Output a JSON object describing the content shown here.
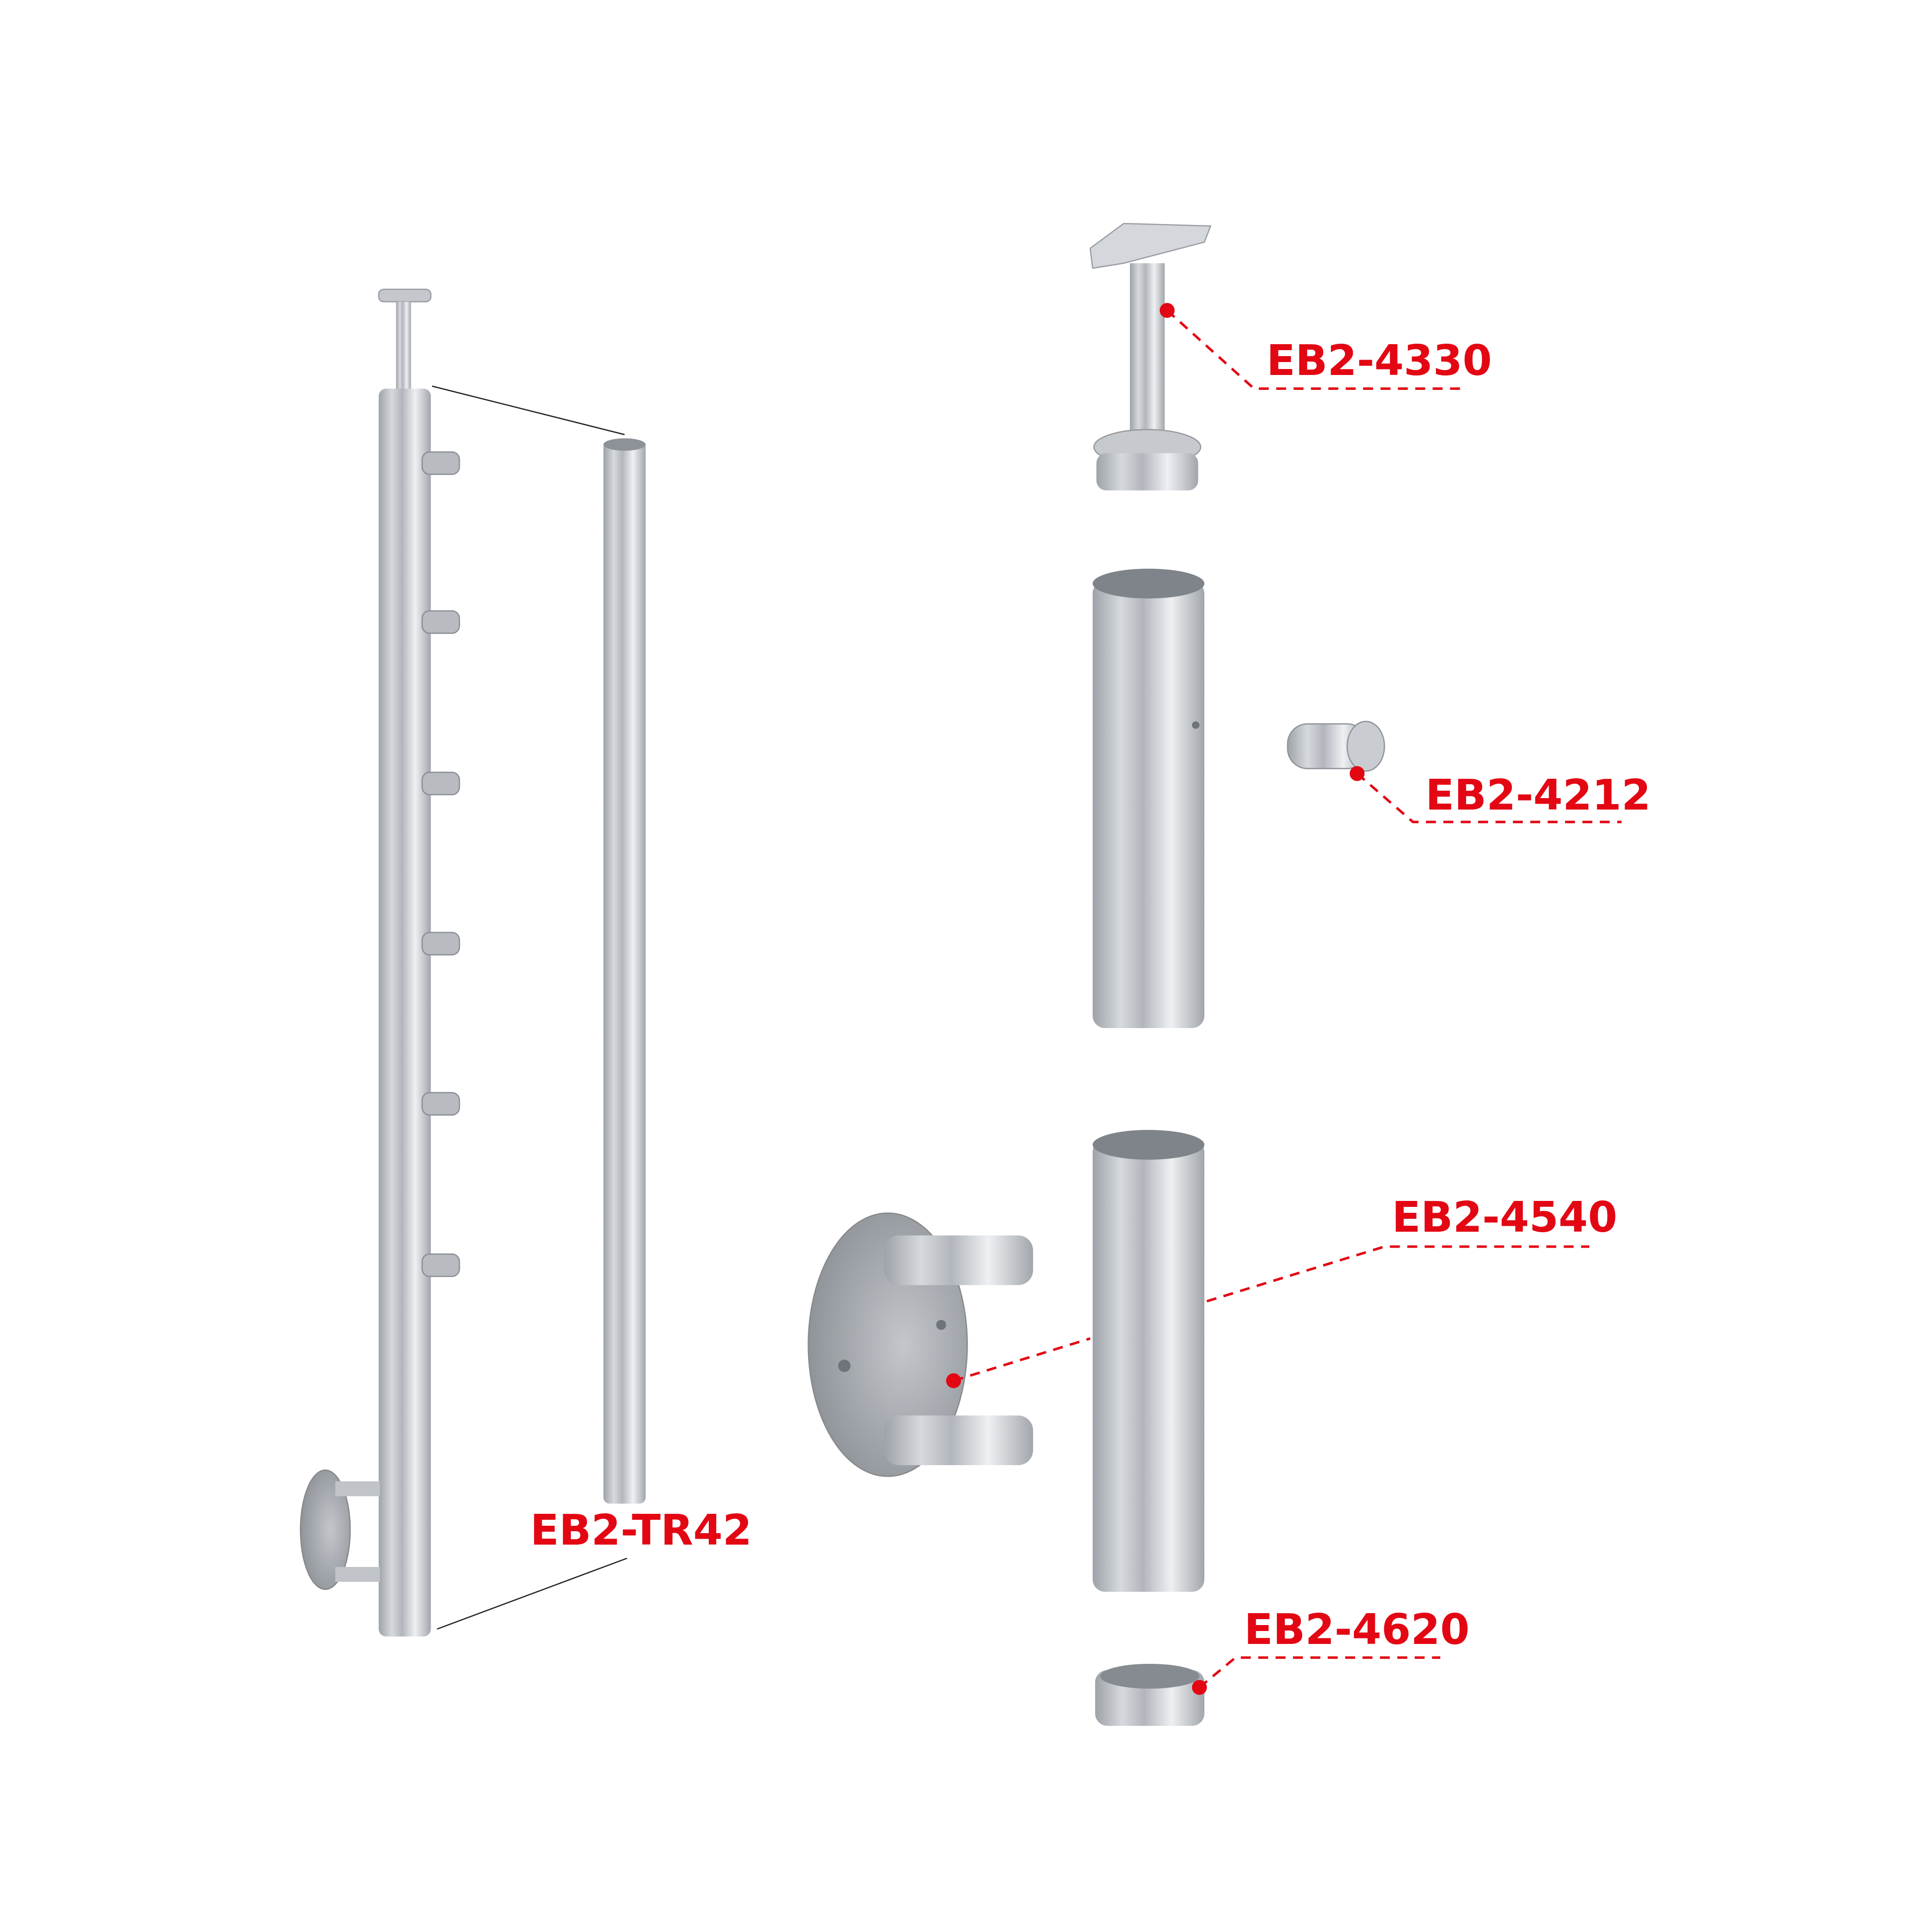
{
  "accent_color": "#e30613",
  "metal_colors": {
    "light": "#dfe2e6",
    "mid": "#b4b8be",
    "dark": "#8a8f96"
  },
  "labels": {
    "handrail_support": "EB2-4330",
    "cable_holder": "EB2-4212",
    "base_flange": "EB2-4540",
    "post_tube": "EB2-TR42",
    "end_cap": "EB2-4620"
  }
}
